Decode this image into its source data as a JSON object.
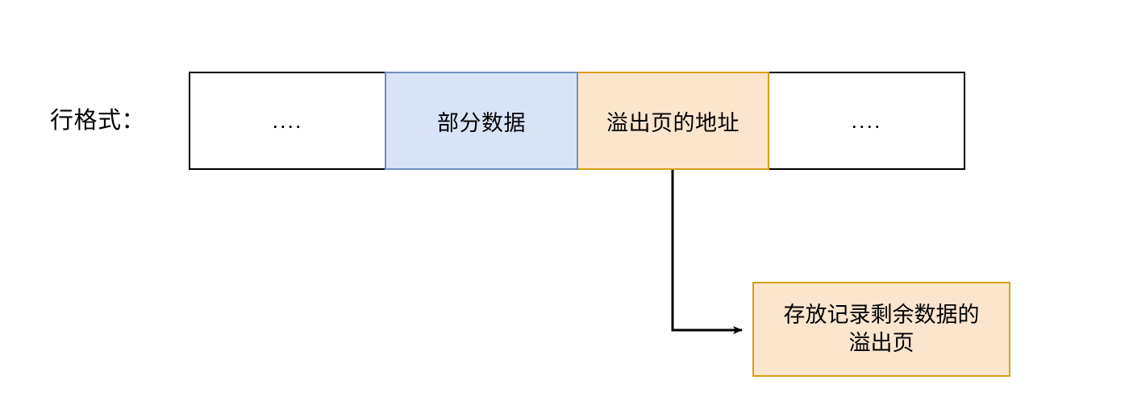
{
  "diagram": {
    "title_label": "行格式：",
    "row_cells": [
      {
        "id": "prefix",
        "label": "....",
        "style": "plain"
      },
      {
        "id": "partial-data",
        "label": "部分数据",
        "style": "blue"
      },
      {
        "id": "overflow-page-address",
        "label": "溢出页的地址",
        "style": "orange"
      },
      {
        "id": "suffix",
        "label": "....",
        "style": "plain"
      }
    ],
    "overflow_box": {
      "line1": "存放记录剩余数据的",
      "line2": "溢出页"
    },
    "connector": {
      "name": "overflow-pointer-arrow",
      "from": "溢出页的地址",
      "to": "存放记录剩余数据的溢出页"
    },
    "colors": {
      "blue_fill": "#d9e3f8",
      "blue_border": "#6c8ebf",
      "orange_fill": "#fce5cd",
      "orange_border": "#d6a018",
      "plain_border": "#000000",
      "background": "#ffffff",
      "text": "#000000"
    }
  }
}
